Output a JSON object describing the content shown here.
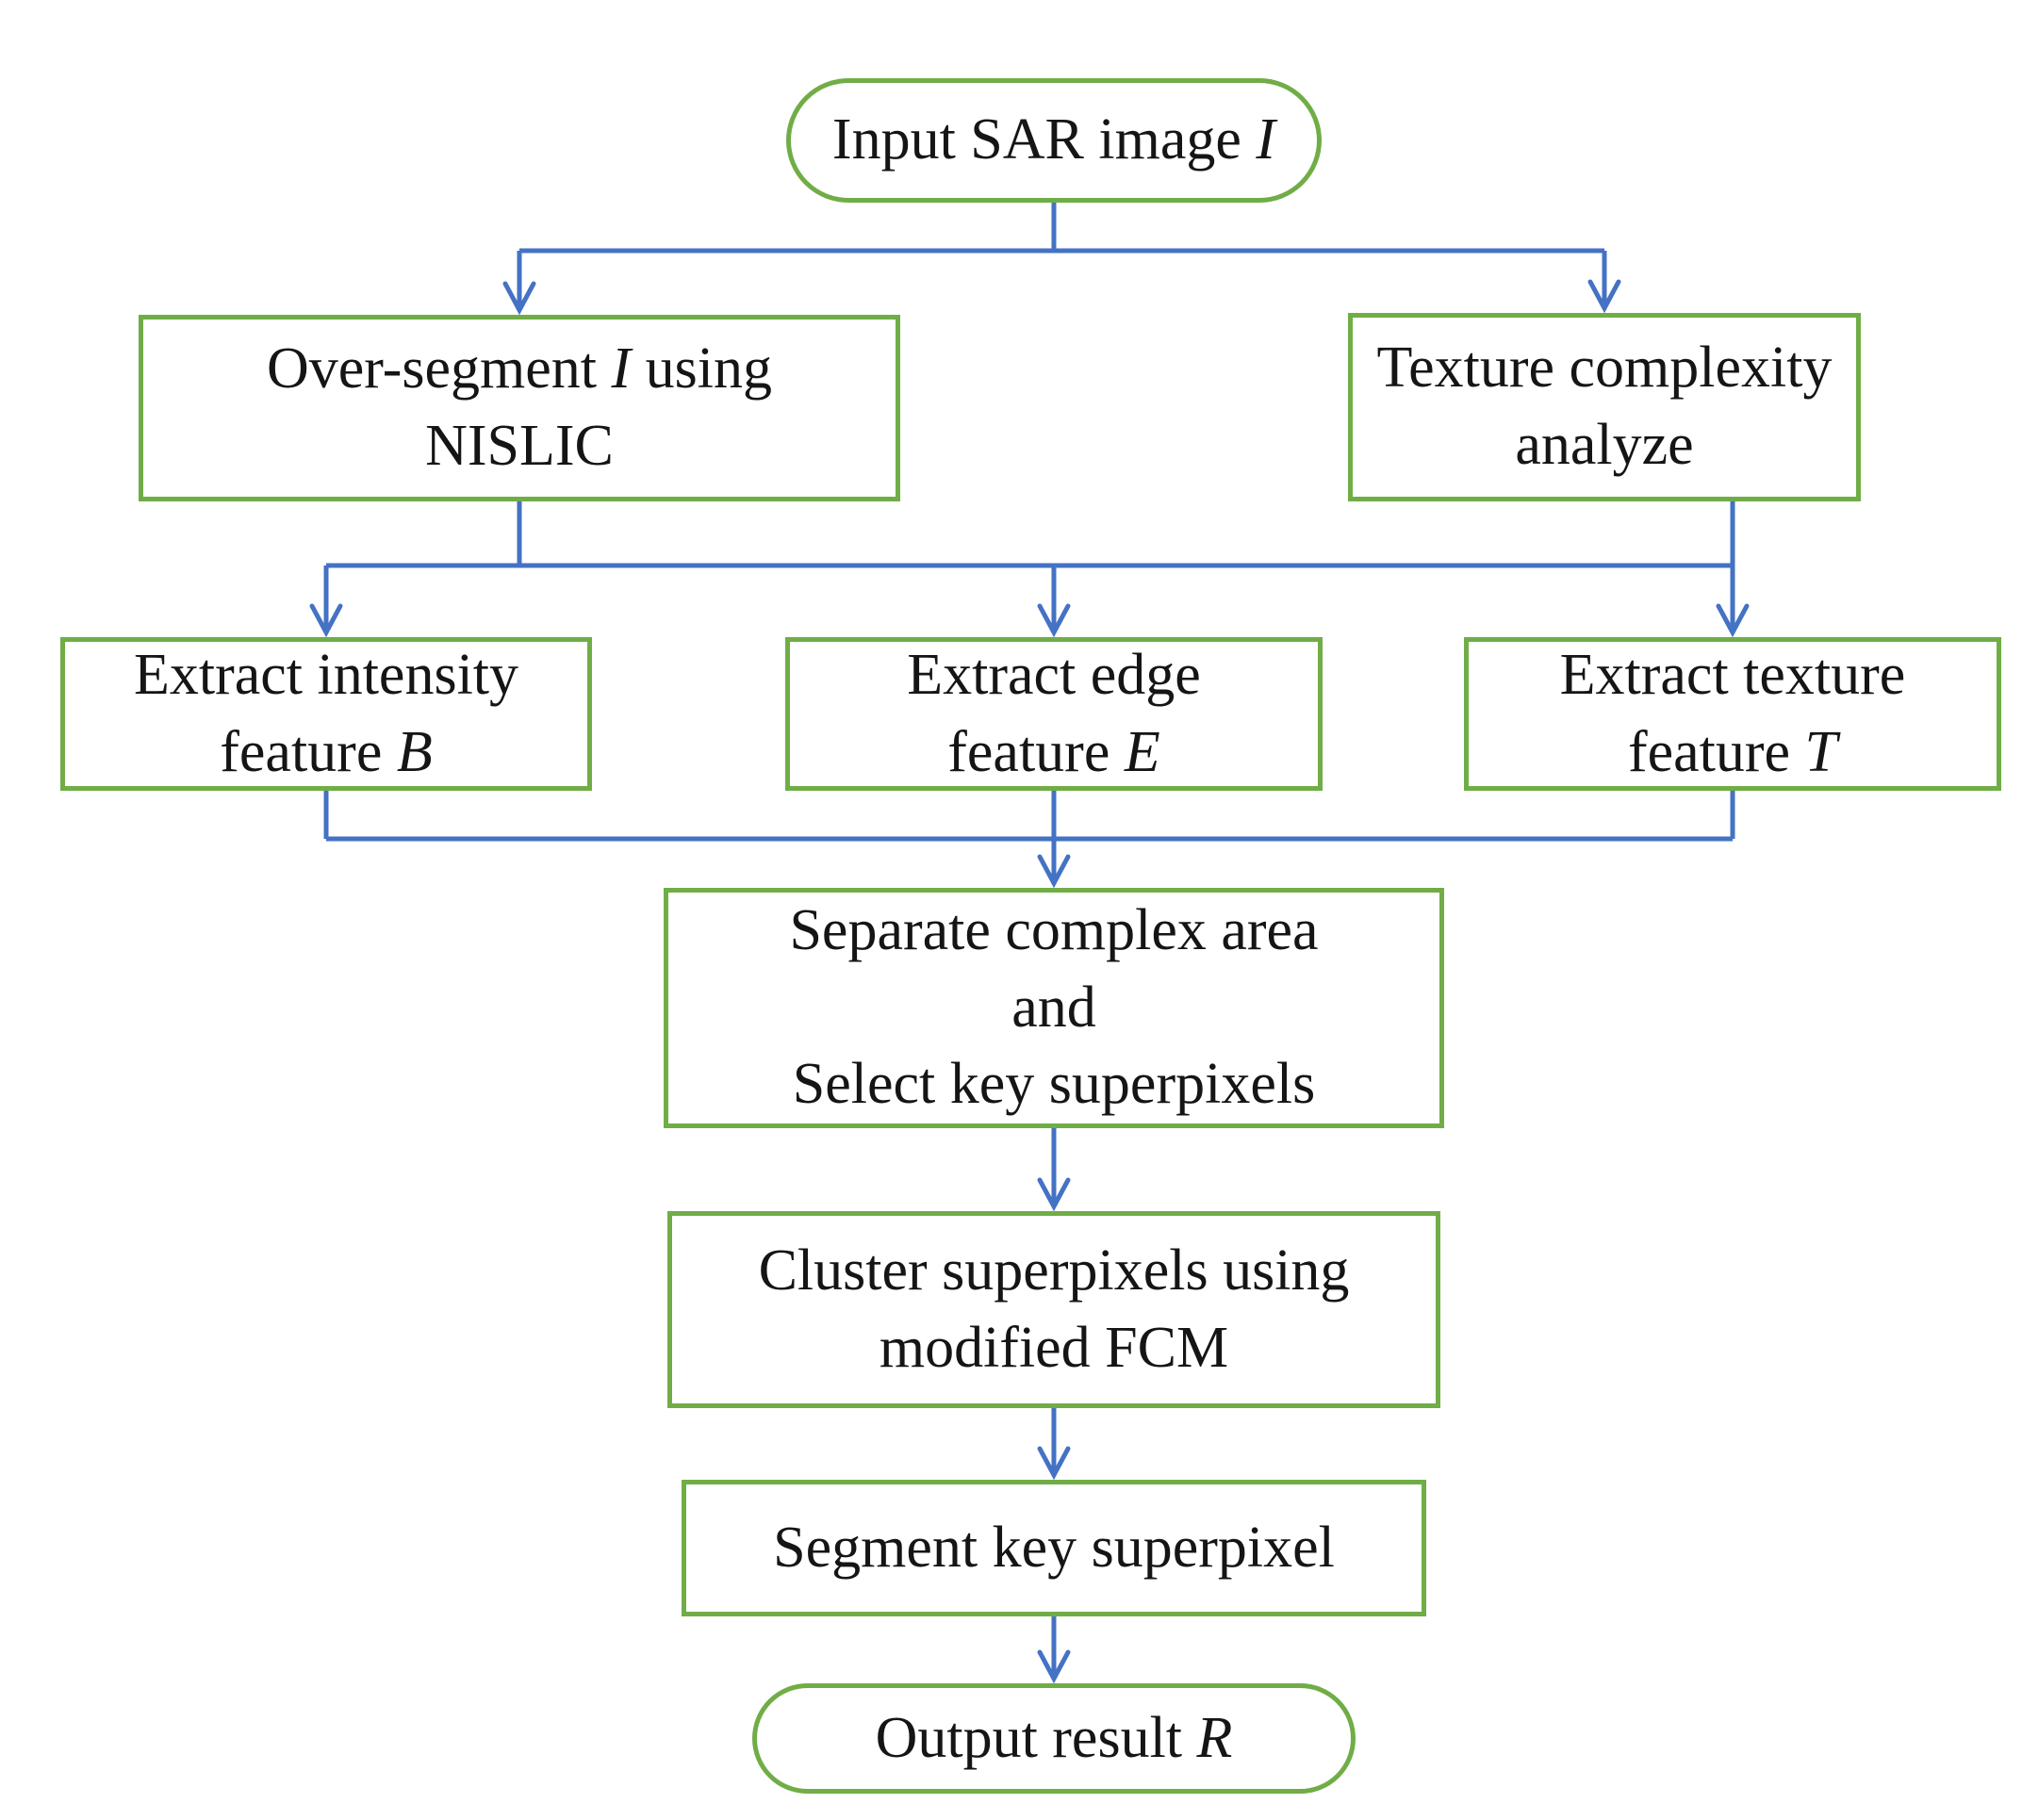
{
  "figure": {
    "type": "flowchart",
    "description": "SAR image segmentation pipeline flowchart"
  },
  "colors": {
    "arrow": "#4472C4",
    "border": "#70AD47",
    "text": "#151515",
    "background": "#ffffff"
  },
  "nodes": {
    "input_pill": {
      "label": "Input SAR image ",
      "var": "I"
    },
    "over_segment": {
      "line1a": "Over-segment ",
      "line1var": "I",
      "line1b": " using",
      "line2": "NISLIC"
    },
    "texture_complexity": {
      "line1": "Texture complexity",
      "line2": "analyze"
    },
    "extract_intensity": {
      "line1": "Extract intensity",
      "line2": "feature ",
      "var": "B"
    },
    "extract_edge": {
      "line1": "Extract edge",
      "line2": "feature ",
      "var": "E"
    },
    "extract_texture": {
      "line1": "Extract texture",
      "line2": "feature ",
      "var": "T"
    },
    "separate_select": {
      "line1": "Separate complex area",
      "line2": "and",
      "line3": "Select key superpixels"
    },
    "cluster_fcm": {
      "line1": "Cluster superpixels using",
      "line2": "modified FCM"
    },
    "segment_key": {
      "line1": "Segment key superpixel"
    },
    "output_pill": {
      "label": "Output result ",
      "var": "R"
    }
  }
}
